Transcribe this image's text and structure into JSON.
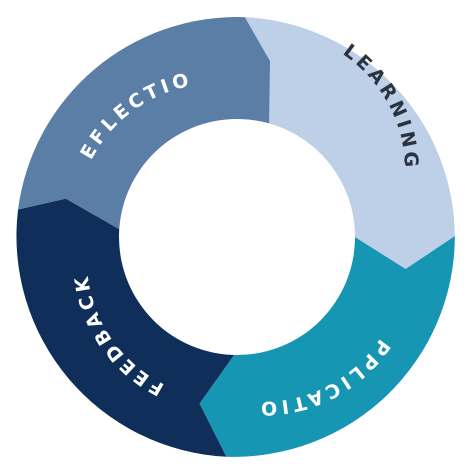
{
  "diagram": {
    "segments": [
      {
        "key": "learning",
        "label": "LEARNING",
        "fill": "#bdd0e8",
        "text_color": "#2b3340"
      },
      {
        "key": "application",
        "label": "APPLICATION",
        "fill": "#1796b4",
        "text_color": "#ffffff"
      },
      {
        "key": "feedback",
        "label": "FEEDBACK",
        "fill": "#0f2f5a",
        "text_color": "#ffffff"
      },
      {
        "key": "reflection",
        "label": "REFLECTION",
        "fill": "#5a7ea6",
        "text_color": "#ffffff"
      }
    ],
    "center_fill": "#ffffff"
  }
}
